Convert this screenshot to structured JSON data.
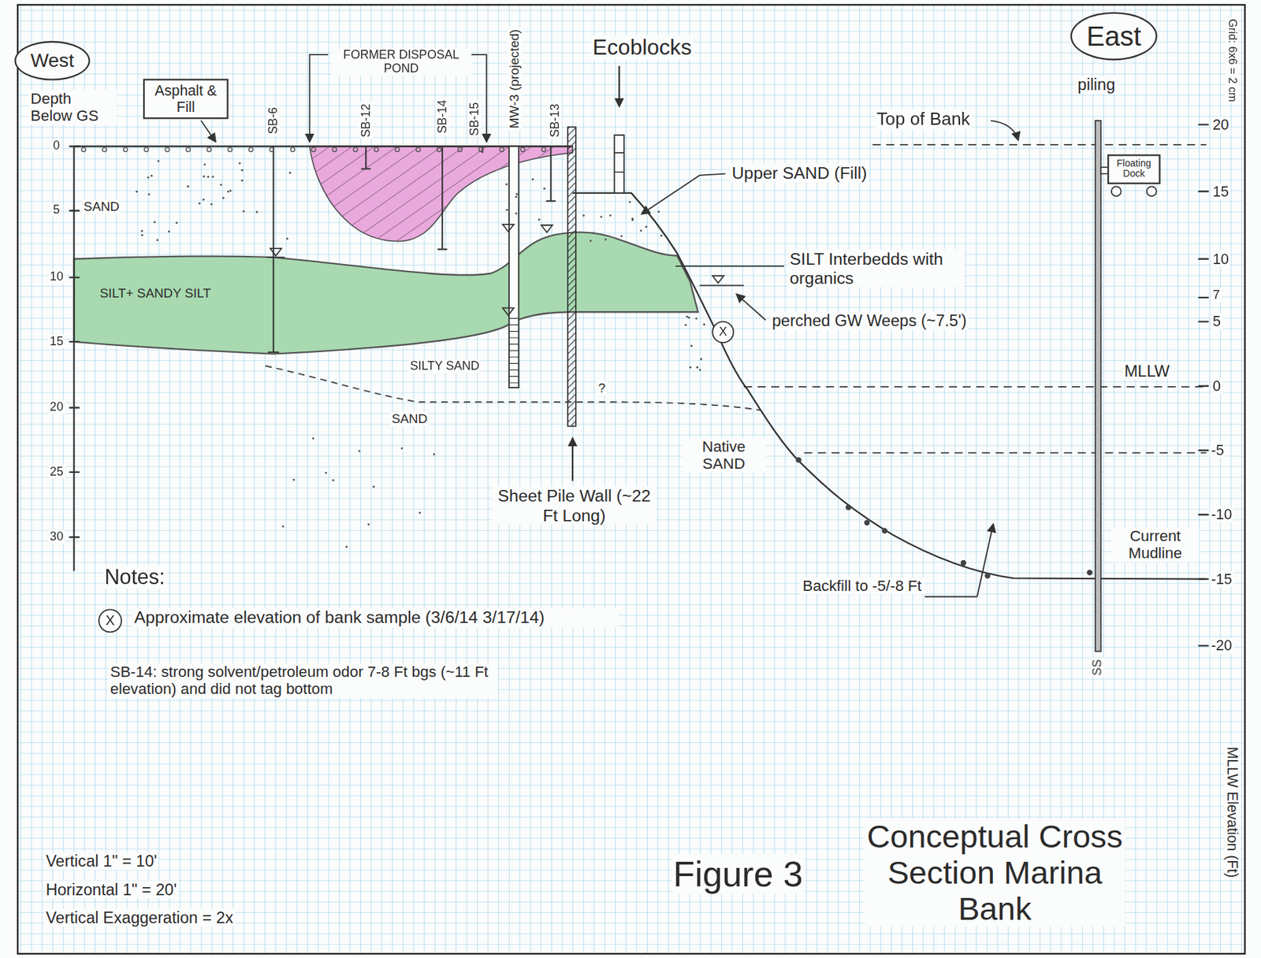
{
  "diagram": {
    "title": "Conceptual Cross Section Marina Bank",
    "caption": "Figure 3",
    "nodes": [
      {
        "text": [
          "West"
        ]
      },
      {
        "text": [
          "East"
        ]
      },
      {
        "text": [
          "Asphalt & Fill"
        ]
      },
      {
        "text": [
          "Floating Dock"
        ]
      }
    ],
    "labels": [
      "Depth Below GS",
      "FORMER DISPOSAL POND",
      "SB-6",
      "SB-12",
      "SB-14",
      "SB-15",
      "MW-3 (projected)",
      "SB-13",
      "Ecoblocks",
      "piling",
      "Grid: 6x6 = 2 cm",
      "Top of Bank",
      "0",
      "5",
      "10",
      "15",
      "20",
      "25",
      "30",
      "SAND",
      "Upper SAND (Fill)",
      "SILT Interbedds with organics",
      "SILT+ SANDY SILT",
      "perched GW Weeps (~7.5')",
      "X",
      "SILTY SAND",
      "SAND",
      "?",
      "MLLW",
      "Sheet Pile Wall (~22 Ft Long)",
      "Native SAND",
      "Current Mudline",
      "Backfill to -5/-8 Ft",
      "SS",
      "20",
      "15",
      "10",
      "7",
      "5",
      "0",
      "-5",
      "-10",
      "-15",
      "-20",
      "MLLW Elevation (Ft)",
      "Notes:",
      "X",
      "Approximate elevation of bank sample (3/6/14 3/17/14)",
      "SB-14: strong solvent/petroleum odor 7-8 Ft bgs (~11 Ft elevation) and did not tag bottom",
      "Vertical 1\" = 10'",
      "Horizontal 1\" = 20'",
      "Vertical Exaggeration = 2x"
    ]
  }
}
